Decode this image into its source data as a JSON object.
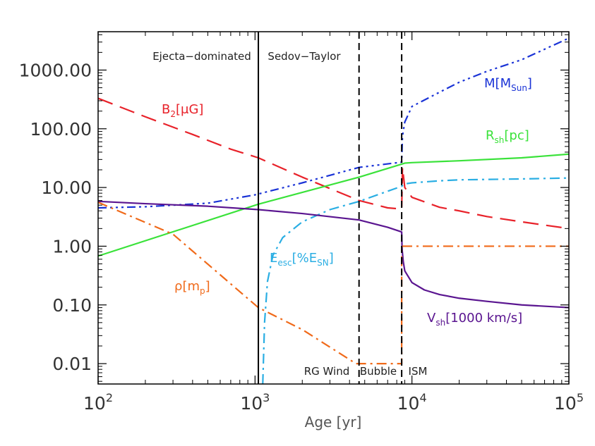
{
  "chart_data": {
    "type": "line",
    "xlabel": "Age [yr]",
    "ylabel": "",
    "x_scale": "log",
    "y_scale": "log",
    "xlim": [
      100,
      100000
    ],
    "ylim": [
      0.0045,
      4500
    ],
    "grid": false,
    "x_ticks": [
      {
        "value": 100,
        "base": "10",
        "exp": "2"
      },
      {
        "value": 1000,
        "base": "10",
        "exp": "3"
      },
      {
        "value": 10000,
        "base": "10",
        "exp": "4"
      },
      {
        "value": 100000,
        "base": "10",
        "exp": "5"
      }
    ],
    "y_ticks": [
      {
        "value": 0.01,
        "label": "0.01"
      },
      {
        "value": 0.1,
        "label": "0.10"
      },
      {
        "value": 1,
        "label": "1.00"
      },
      {
        "value": 10,
        "label": "10.00"
      },
      {
        "value": 100,
        "label": "100.00"
      },
      {
        "value": 1000,
        "label": "1000.00"
      }
    ],
    "boundaries": [
      {
        "x": 1050,
        "style": "solid"
      },
      {
        "x": 4600,
        "style": "dashed"
      },
      {
        "x": 8600,
        "style": "dashed"
      }
    ],
    "regions": {
      "top": [
        "Ejecta−dominated",
        "Sedov−Taylor"
      ],
      "bottom": [
        "RG Wind",
        "Bubble",
        "ISM"
      ]
    },
    "series": [
      {
        "color": "#e8222a",
        "dash": "22 11",
        "label": {
          "main": "B",
          "sub": "2",
          "rest": "[μG]"
        },
        "x": [
          100,
          200,
          400,
          700,
          1050,
          2000,
          4600,
          7000,
          8600,
          8700,
          9000,
          10000,
          15000,
          20000,
          30000,
          50000,
          100000
        ],
        "y": [
          330,
          160,
          80,
          45,
          32,
          15,
          6,
          4.5,
          4.3,
          22,
          10,
          6.8,
          4.6,
          4.0,
          3.2,
          2.6,
          2.0
        ]
      },
      {
        "color": "#1a33d6",
        "dash": "12 5 3 5 3 5 3 5",
        "label": {
          "main": "M",
          "sub": "Sun",
          "pre": "[",
          "rest": "]"
        },
        "x": [
          100,
          200,
          500,
          1000,
          2000,
          4600,
          8600,
          8700,
          9000,
          10000,
          15000,
          20000,
          30000,
          50000,
          100000
        ],
        "y": [
          4.5,
          4.7,
          5.4,
          7.5,
          12,
          22,
          27,
          75,
          130,
          240,
          420,
          620,
          950,
          1500,
          3500
        ]
      },
      {
        "color": "#3ae23a",
        "dash": "",
        "label": {
          "main": "R",
          "sub": "sh",
          "rest": "[pc]"
        },
        "x": [
          100,
          1050,
          4600,
          8600,
          9000,
          10000,
          20000,
          50000,
          100000
        ],
        "y": [
          0.68,
          5.2,
          15,
          25,
          26,
          26.5,
          28.5,
          32,
          37
        ]
      },
      {
        "color": "#2aaee3",
        "dash": "14 6 3 6",
        "label": {
          "main": "E",
          "sub": "esc",
          "rest": "[%E",
          "sub2": "SN",
          "end": "]"
        },
        "x": [
          1120,
          1150,
          1200,
          1300,
          1500,
          2000,
          3000,
          4600,
          8600,
          9000,
          10000,
          15000,
          20000,
          50000,
          100000
        ],
        "y": [
          0.0045,
          0.05,
          0.25,
          0.7,
          1.4,
          2.6,
          4.2,
          5.8,
          10.5,
          11.5,
          12,
          13,
          13.5,
          14,
          14.5
        ]
      },
      {
        "color": "#5a1590",
        "dash": "",
        "label": {
          "main": "V",
          "sub": "sh",
          "rest": "[1000 km/s]"
        },
        "x": [
          100,
          200,
          500,
          1050,
          2000,
          4600,
          7000,
          8600,
          8650,
          8800,
          9000,
          10000,
          12000,
          15000,
          20000,
          30000,
          50000,
          100000
        ],
        "y": [
          5.8,
          5.3,
          4.8,
          4.2,
          3.6,
          2.8,
          2.1,
          1.75,
          0.9,
          0.55,
          0.38,
          0.24,
          0.18,
          0.15,
          0.13,
          0.115,
          0.1,
          0.09
        ]
      },
      {
        "color": "#f06a1a",
        "dash": "14 6 3 6",
        "label": {
          "main": "ρ",
          "pre": "[m",
          "sub": "p",
          "rest": "]"
        },
        "x": [
          100,
          300,
          1050,
          2000,
          4400,
          4600,
          8600,
          8601,
          8700,
          10000,
          100000
        ],
        "y": [
          5.6,
          1.6,
          0.09,
          0.038,
          0.01,
          0.01,
          0.01,
          1,
          1,
          1,
          1
        ]
      }
    ]
  }
}
